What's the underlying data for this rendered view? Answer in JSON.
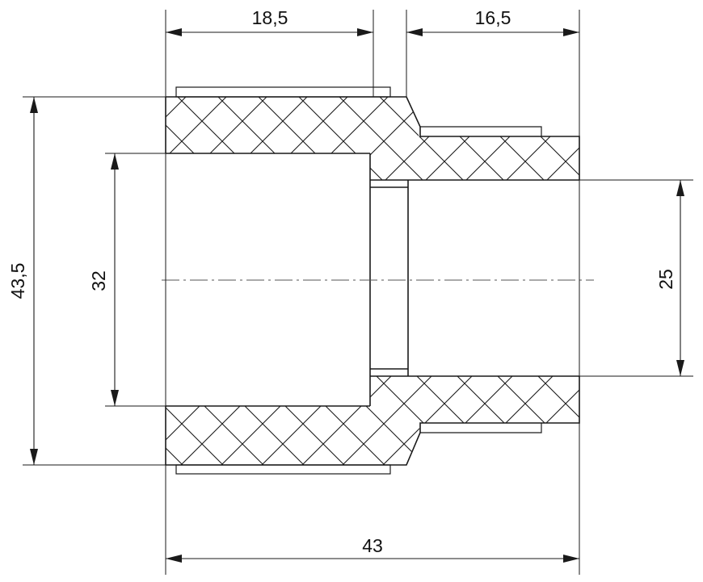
{
  "dimensions": {
    "top_left": "18,5",
    "top_right": "16,5",
    "outer_diameter": "43,5",
    "inner_diameter_large": "32",
    "inner_diameter_small": "25",
    "total_length": "43"
  }
}
